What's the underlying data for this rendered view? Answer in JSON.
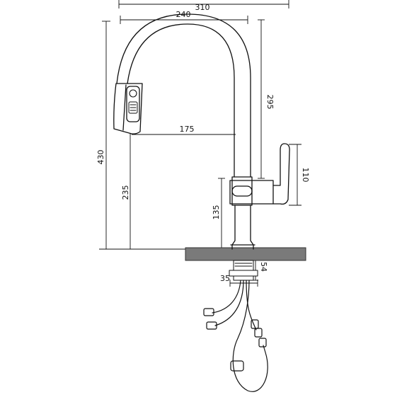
{
  "dimensions": {
    "overall_width": "310",
    "spout_reach": "240",
    "spout_projection": "175",
    "total_height": "430",
    "spout_outlet_height": "235",
    "spout_height": "295",
    "handle_height": "110",
    "body_height": "135",
    "shank_length": "54",
    "shank_diameter": "35"
  },
  "colors": {
    "line": "#111111",
    "countertop": "#7a7a7a",
    "countertop_edge": "#333333",
    "background": "#ffffff"
  }
}
